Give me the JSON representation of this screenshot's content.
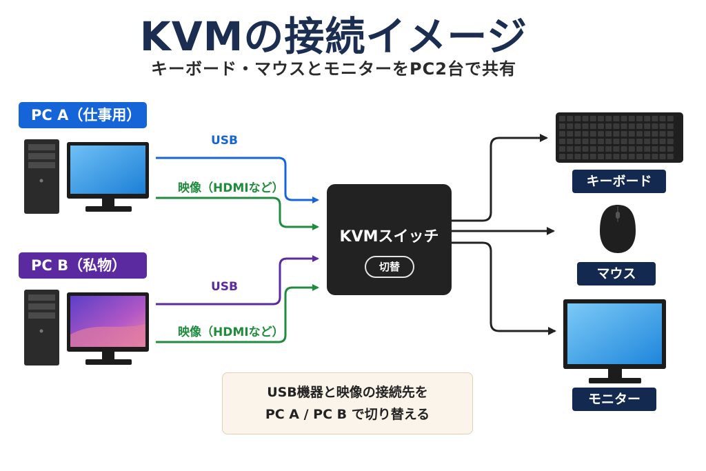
{
  "title": "KVMの接続イメージ",
  "subtitle": "キーボード・マウスとモニターをPC2台で共有",
  "pc_a": {
    "label": "PC A（仕事用）"
  },
  "pc_b": {
    "label": "PC B（私物）"
  },
  "wires": {
    "a_usb": "USB",
    "a_video": "映像（HDMIなど）",
    "b_usb": "USB",
    "b_video": "映像（HDMIなど）"
  },
  "kvm": {
    "name": "KVMスイッチ",
    "button": "切替"
  },
  "devices": {
    "keyboard": "キーボード",
    "mouse": "マウス",
    "monitor": "モニター"
  },
  "note": {
    "line1": "USB機器と映像の接続先を",
    "line2": "PC A / PC B で切り替える"
  },
  "colors": {
    "usb_a": "#1565d8",
    "video": "#1f8b3c",
    "usb_b": "#5b2aa0",
    "output": "#222222",
    "navy": "#14294f"
  }
}
